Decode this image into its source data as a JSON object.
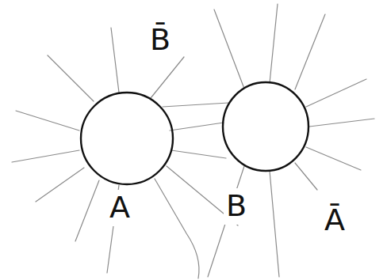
{
  "diagram": {
    "labels": [
      "B̄",
      "A",
      "B",
      "Ā"
    ]
  }
}
